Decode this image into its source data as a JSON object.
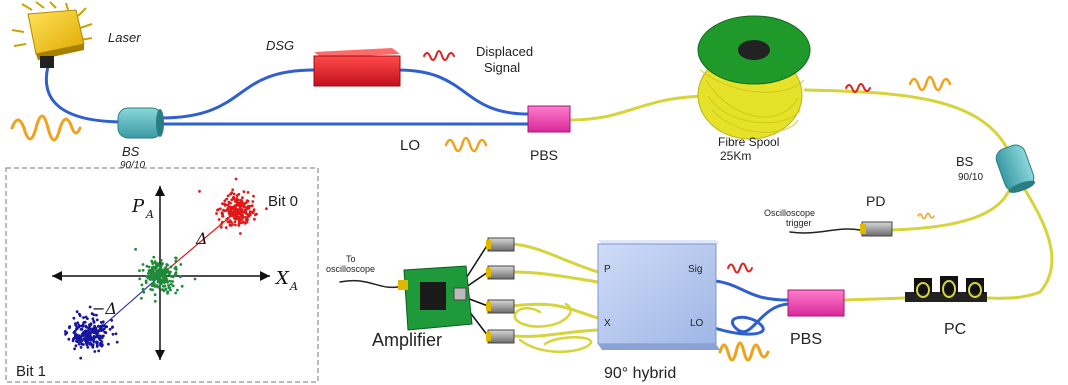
{
  "labels": {
    "laser": "Laser",
    "dsg": "DSG",
    "displaced_signal_line1": "Displaced",
    "displaced_signal_line2": "Signal",
    "bs_top": "BS",
    "bs_top_ratio": "90/10",
    "lo": "LO",
    "pbs_top": "PBS",
    "fibre_spool_line1": "Fibre Spool",
    "fibre_spool_line2": "25Km",
    "bs_right": "BS",
    "bs_right_ratio": "90/10",
    "pd": "PD",
    "osc_trigger_line1": "Oscilloscope",
    "osc_trigger_line2": "trigger",
    "to_osc_line1": "To",
    "to_osc_line2": "oscilloscope",
    "amplifier": "Amplifier",
    "hybrid": "90° hybrid",
    "hybrid_p": "P",
    "hybrid_x": "X",
    "hybrid_sig": "Sig",
    "hybrid_lo": "LO",
    "pbs_bottom": "PBS",
    "pc": "PC"
  },
  "inset": {
    "p_axis": "P",
    "p_sub": "A",
    "x_axis": "X",
    "x_sub": "A",
    "bit0": "Bit 0",
    "bit1": "Bit 1",
    "delta": "Δ",
    "neg_delta": "−Δ"
  },
  "colors": {
    "fiber_blue": "#2f5fd0",
    "fiber_yellow": "#d6d43a",
    "wave_orange": "#f2a21a",
    "wave_red": "#e0201c",
    "dsg_red": "#e01f2b",
    "pbs_pink": "#f24fb4",
    "bs_teal": "#5fbfc4",
    "spool_green": "#1f9a2a",
    "hybrid_blue": "#b9cdf2",
    "bit0_red": "#e01818",
    "bit1_blue": "#1515a0",
    "center_green": "#1f8a3a"
  }
}
